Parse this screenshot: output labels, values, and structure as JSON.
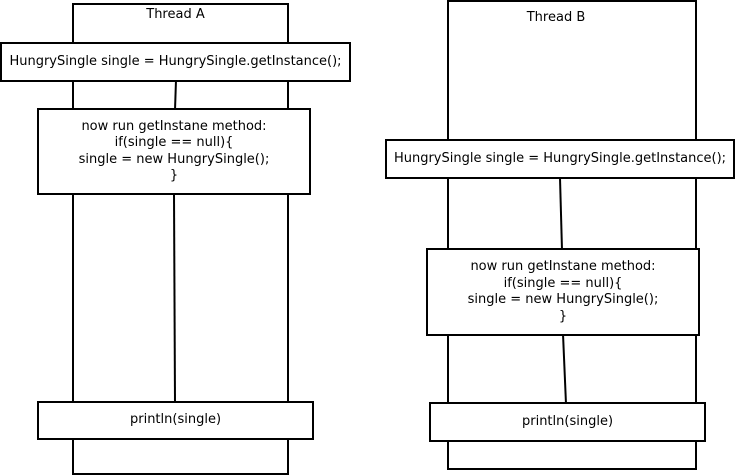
{
  "thread_a": {
    "title": "Thread A",
    "call": "HungrySingle single = HungrySingle.getInstance();",
    "method": {
      "line1": "now run getInstane method:",
      "line2": "if(single == null){",
      "line3": "single = new HungrySingle();",
      "line4": "}"
    },
    "print": "println(single)"
  },
  "thread_b": {
    "title": "Thread B",
    "call": "HungrySingle single = HungrySingle.getInstance();",
    "method": {
      "line1": "now run getInstane method:",
      "line2": "if(single == null){",
      "line3": "single = new HungrySingle();",
      "line4": "}"
    },
    "print": "println(single)"
  }
}
